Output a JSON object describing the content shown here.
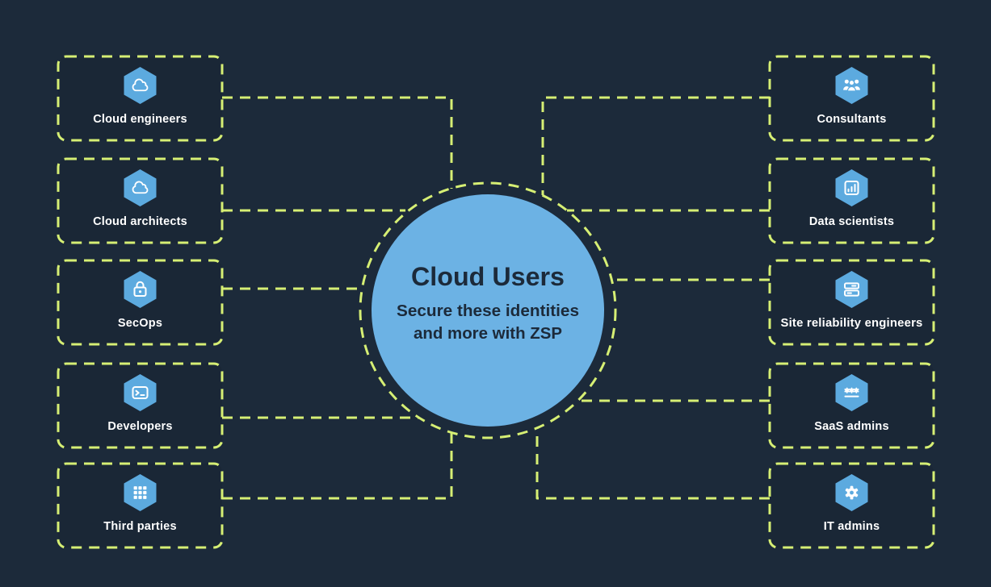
{
  "colors": {
    "background": "#1C2A3A",
    "dashed_line": "#D6EF74",
    "hexagon_badge": "#5CAADF",
    "center_circle": "#6CB2E4",
    "node_label_text": "#FFFFFF",
    "center_text": "#1C2A3A"
  },
  "center": {
    "title": "Cloud Users",
    "subtitle_line1": "Secure these identities",
    "subtitle_line2": "and more with ZSP"
  },
  "left_nodes": [
    {
      "label": "Cloud engineers",
      "icon": "cloud-icon"
    },
    {
      "label": "Cloud architects",
      "icon": "cloud-icon"
    },
    {
      "label": "SecOps",
      "icon": "lock-icon"
    },
    {
      "label": "Developers",
      "icon": "terminal-icon"
    },
    {
      "label": "Third parties",
      "icon": "grid-icon"
    }
  ],
  "right_nodes": [
    {
      "label": "Consultants",
      "icon": "people-icon"
    },
    {
      "label": "Data scientists",
      "icon": "bar-chart-icon"
    },
    {
      "label": "Site reliability engineers",
      "icon": "server-icon"
    },
    {
      "label": "SaaS admins",
      "icon": "password-icon"
    },
    {
      "label": "IT admins",
      "icon": "gear-icon"
    }
  ]
}
